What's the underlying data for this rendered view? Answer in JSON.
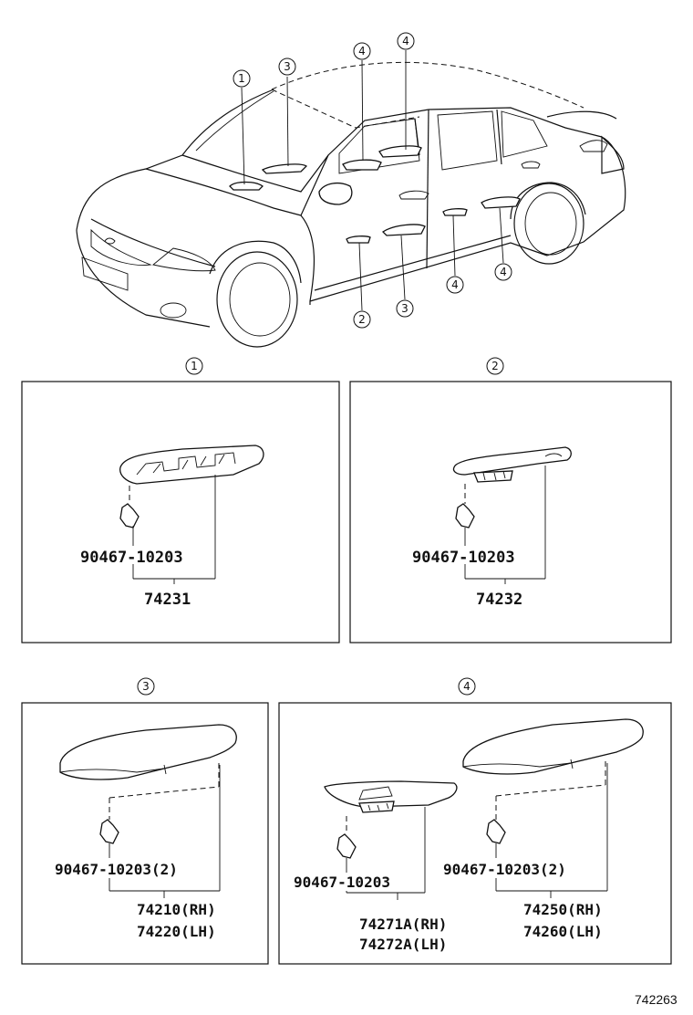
{
  "callouts": {
    "c1": "1",
    "c2": "2",
    "c3": "3",
    "c4": "4"
  },
  "panel1": {
    "clip": "90467-10203",
    "part": "74231"
  },
  "panel2": {
    "clip": "90467-10203",
    "part": "74232"
  },
  "panel3": {
    "clip": "90467-10203(2)",
    "part_rh": "74210(RH)",
    "part_lh": "74220(LH)"
  },
  "panel4": {
    "left_clip": "90467-10203",
    "left_part_rh": "74271A(RH)",
    "left_part_lh": "74272A(LH)",
    "right_clip": "90467-10203(2)",
    "right_part_rh": "74250(RH)",
    "right_part_lh": "74260(LH)"
  },
  "figure_ref": "742263"
}
